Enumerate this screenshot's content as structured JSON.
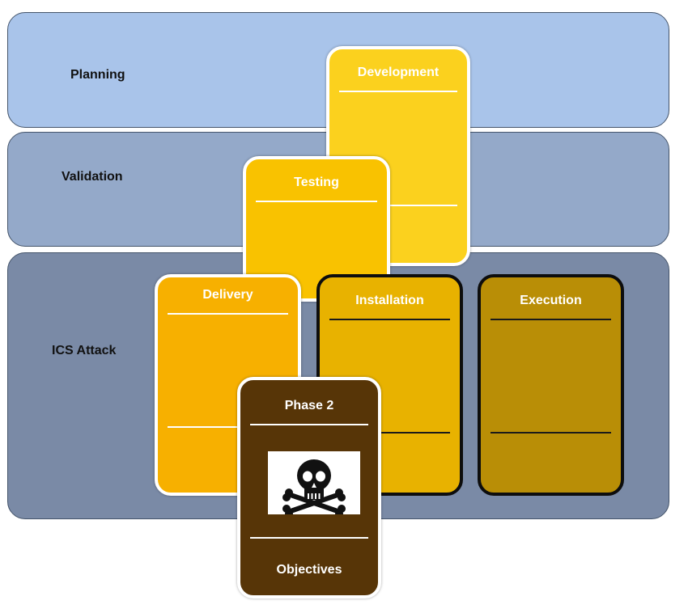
{
  "colors": {
    "planning_band": "#a9c4ea",
    "validation_band": "#94a9c9",
    "attack_band": "#7a8aa6",
    "development": "#fbd11e",
    "testing": "#f9c200",
    "delivery": "#f7b000",
    "installation": "#e8b200",
    "execution": "#b98e06",
    "phase2": "#573507"
  },
  "bands": {
    "planning": "Planning",
    "validation": "Validation",
    "ics_attack": "ICS Attack"
  },
  "cards": {
    "development": "Development",
    "testing": "Testing",
    "delivery": "Delivery",
    "installation": "Installation",
    "execution": "Execution",
    "phase2_title": "Phase 2",
    "phase2_footer": "Objectives"
  },
  "icons": {
    "phase2": "skull-crossbones-icon"
  }
}
